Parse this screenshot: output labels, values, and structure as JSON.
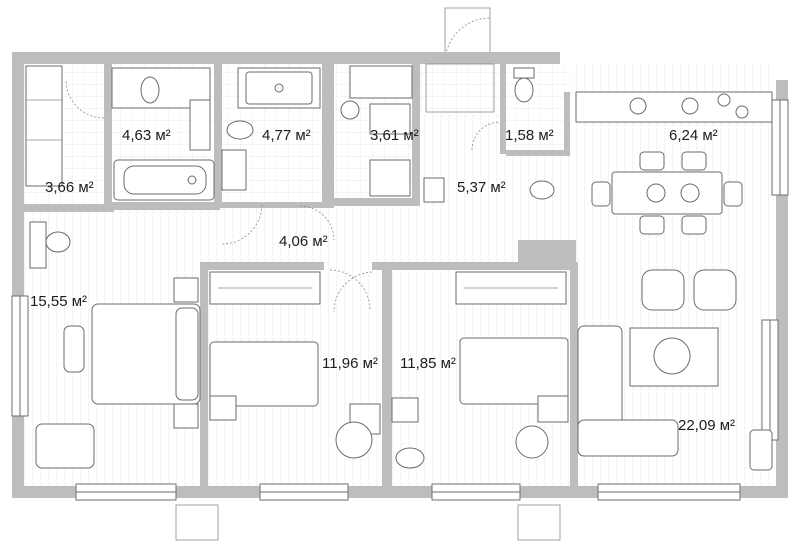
{
  "areas": {
    "bath_1": "4,63 м²",
    "bath_2": "4,77 м²",
    "laundry": "3,61 м²",
    "wc": "1,58 м²",
    "kitchen": "6,24 м²",
    "wardrobe": "3,66 м²",
    "entry_hall": "5,37 м²",
    "corridor": "4,06 м²",
    "bedroom_master": "15,55 м²",
    "bedroom_2": "11,96 м²",
    "bedroom_3": "11,85 м²",
    "living": "22,09 м²"
  }
}
